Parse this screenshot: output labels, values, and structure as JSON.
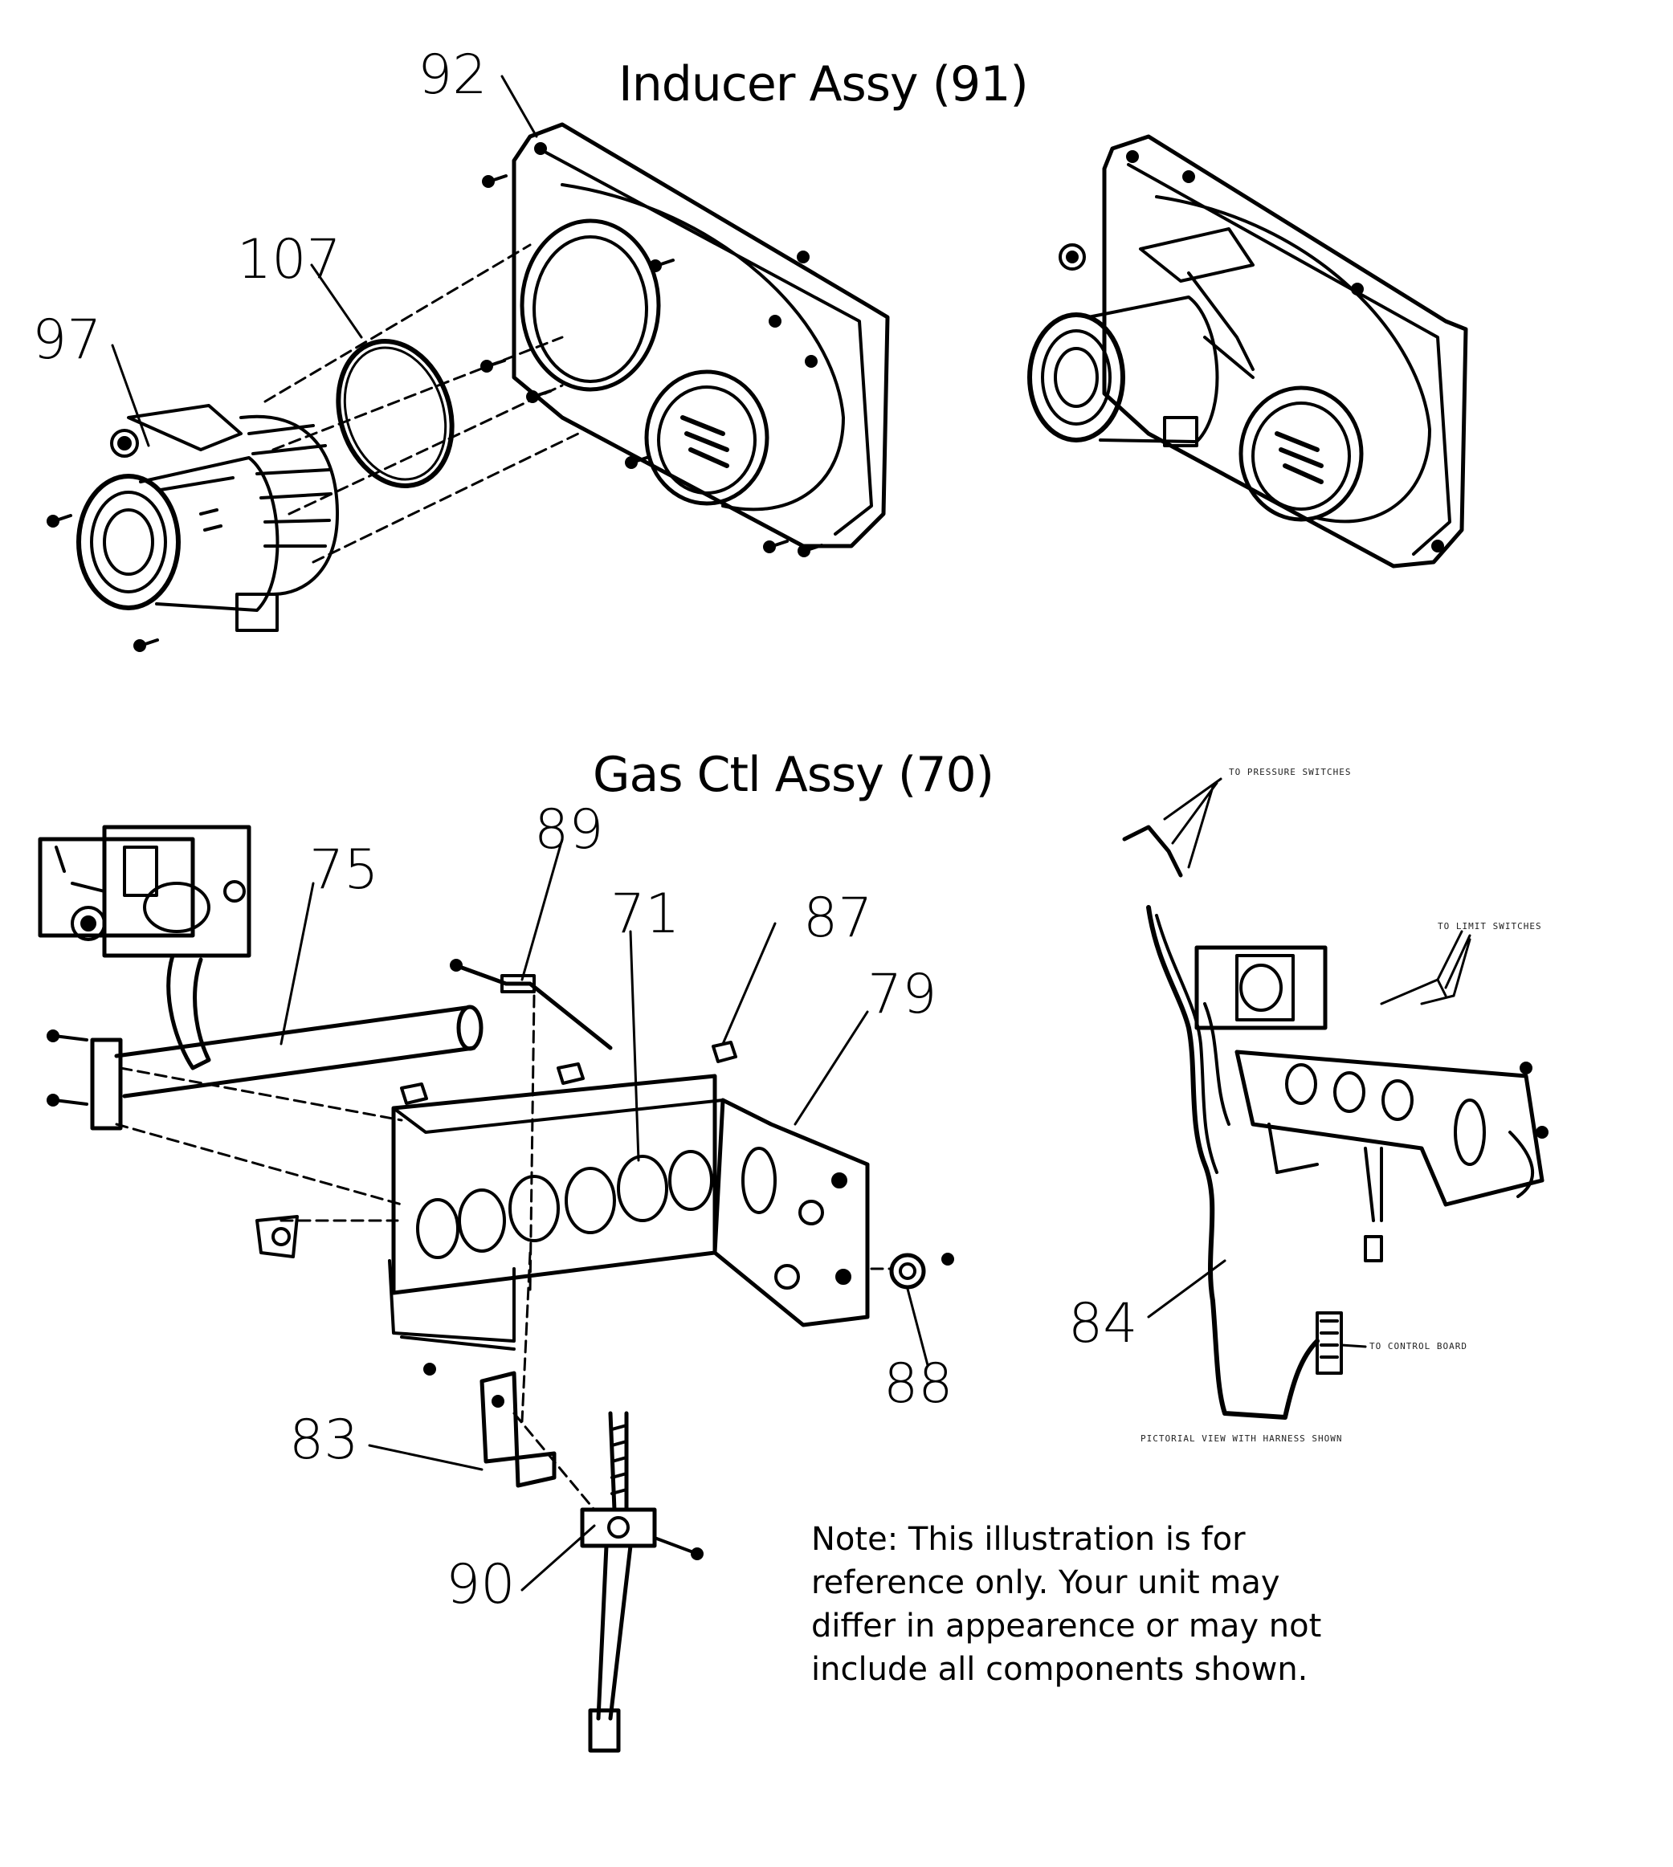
{
  "headings": {
    "inducer": "Inducer Assy (91)",
    "gas_ctl": "Gas Ctl Assy (70)"
  },
  "callouts": {
    "p92": "92",
    "p107": "107",
    "p97": "97",
    "p89": "89",
    "p75": "75",
    "p71": "71",
    "p87": "87",
    "p79": "79",
    "p84": "84",
    "p88": "88",
    "p83": "83",
    "p90": "90"
  },
  "harness_labels": {
    "pressure": "TO PRESSURE SWITCHES",
    "limit": "TO LIMIT SWITCHES",
    "control": "TO CONTROL BOARD",
    "caption": "PICTORIAL VIEW WITH HARNESS SHOWN"
  },
  "note_lines": [
    "Note: This illustration is for",
    "reference only. Your unit may",
    "differ in appearence or may not",
    "include all components shown."
  ]
}
